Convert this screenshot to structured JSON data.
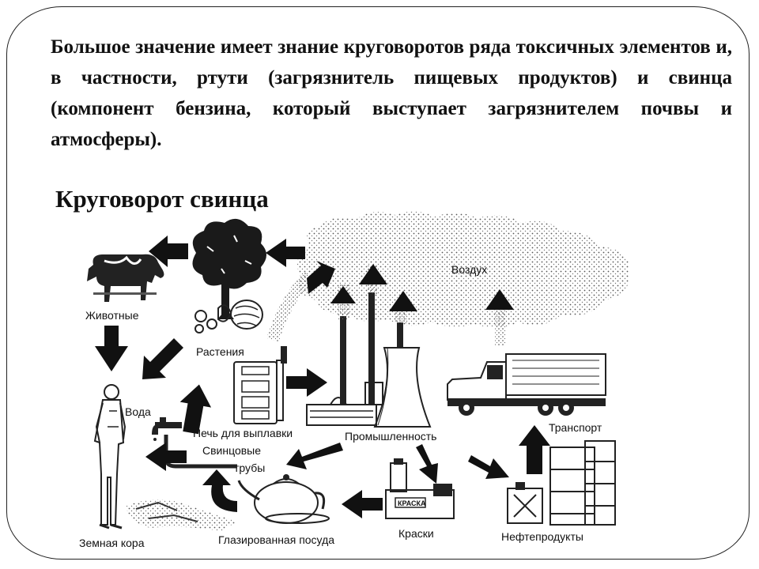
{
  "intro_text": "Большое значение имеет знание круговоротов ряда токсичных элементов и, в частности, ртути (загрязнитель пищевых продуктов) и свинца (компонент бензина, который выступает загрязнителем почвы и атмосферы).",
  "diagram_title": "Круговорот свинца",
  "labels": {
    "air": "Воздух",
    "animals": "Животные",
    "plants": "Растения",
    "water": "Вода",
    "furnace_line1": "Печь для выплавки",
    "furnace_line2": "Свинцовые",
    "pipes": "трубы",
    "industry": "Промышленность",
    "transport": "Транспорт",
    "earth_crust": "Земная кора",
    "glazed_dishes": "Глазированная посуда",
    "paints": "Краски",
    "paint_can": "КРАСКА",
    "oil_products": "Нефтепродукты"
  }
}
